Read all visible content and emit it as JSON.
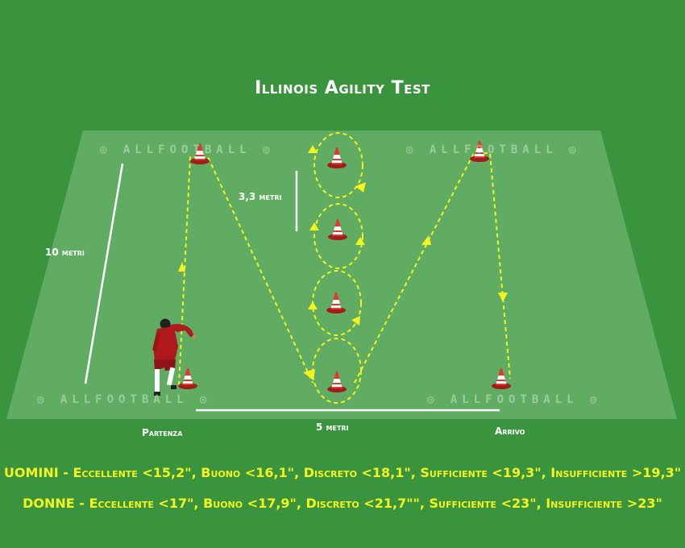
{
  "title": "Illinois Agility Test",
  "watermark": "◎ ALLFOOTBALL ◎",
  "labels": {
    "ten_meters": "10 metri",
    "three_meters": "3,3 metri",
    "five_meters": "5 metri",
    "start": "Partenza",
    "finish": "Arrivo"
  },
  "results": {
    "men": "UOMINI - Eccellente <15,2\", Buono <16,1\", Discreto <18,1\", Sufficiente <19,3\", Insufficiente >19,3\"",
    "women": "DONNE - Eccellente <17\", Buono <17,9\", Discreto <21,7\"\", Sufficiente <23\", Insufficiente >23\""
  },
  "colors": {
    "background": "#3a943e",
    "field": "#5fac62",
    "path": "#f4f41e",
    "text_results": "#f4f41e",
    "player_shirt": "#b0191e"
  },
  "icons": [
    "cone-icon",
    "player-figure",
    "direction-arrow-icon"
  ]
}
